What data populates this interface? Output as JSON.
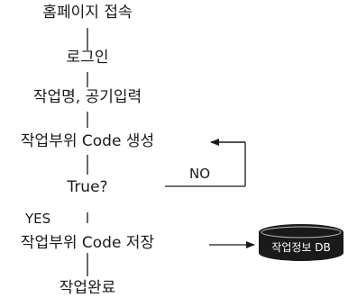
{
  "steps": [
    "홈페이지 접속",
    "로그인",
    "작업명, 공기입력",
    "작업부위 Code 생성",
    "True?",
    "작업부위 Code 저장",
    "작업완료"
  ],
  "labels": {
    "no": "NO",
    "yes": "YES"
  },
  "database": {
    "label": "작업정보 DB",
    "icon": "database-icon"
  },
  "colors": {
    "ink": "#1a1a1a",
    "db_fill": "#1a1a1a",
    "db_text": "#ffffff"
  }
}
